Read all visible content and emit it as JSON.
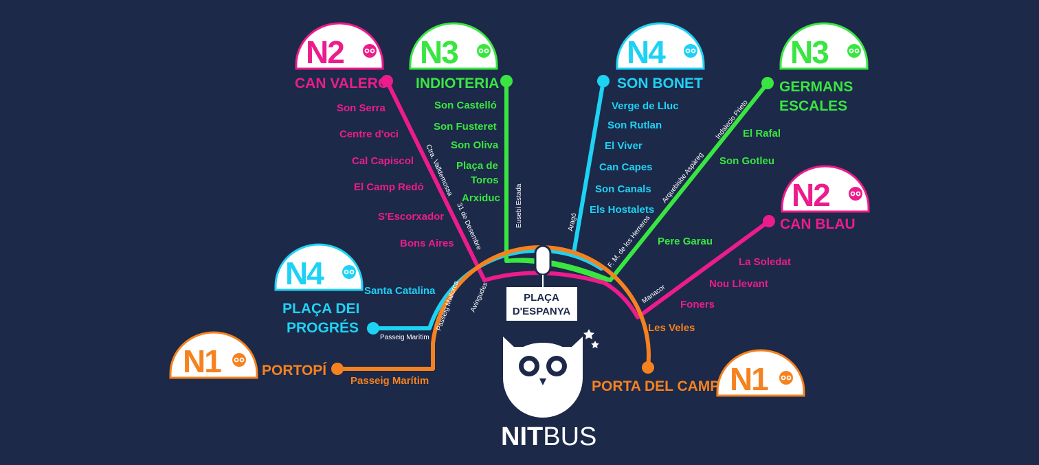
{
  "colors": {
    "background": "#1c2949",
    "N1": "#f5821f",
    "N2": "#ec1c8c",
    "N3": "#39e641",
    "N4": "#1ed2f4",
    "badge_bg": "#ffffff"
  },
  "hub": {
    "line1": "PLAÇA",
    "line2": "D'ESPANYA"
  },
  "logo": {
    "brand_bold": "NIT",
    "brand_light": "BUS",
    "icon": "owl-icon"
  },
  "badges": {
    "n2_can_valero": "N2",
    "n3_indioteria": "N3",
    "n4_son_bonet": "N4",
    "n3_germans_escales": "N3",
    "n2_can_blau": "N2",
    "n4_placa_progres": "N4",
    "n1_portopi": "N1",
    "n1_porta_camp": "N1"
  },
  "lines": {
    "n2_can_valero": {
      "terminal": "CAN VALERO",
      "stops": [
        "Son Serra",
        "Centre d'oci",
        "Cal Capiscol",
        "El Camp Redó",
        "S'Escorxador",
        "Bons Aires"
      ],
      "streets": [
        "Ctra. Valldemossa",
        "31 de Desembre",
        "Avingudes"
      ]
    },
    "n3_indioteria": {
      "terminal": "INDIOTERIA",
      "stops": [
        "Son Castelló",
        "Son Fusteret",
        "Son Oliva",
        "Plaça de",
        "Toros",
        "Arxiduc"
      ],
      "streets": [
        "Eusebi Estada"
      ]
    },
    "n4_son_bonet": {
      "terminal": "SON BONET",
      "stops": [
        "Verge de Lluc",
        "Son Rutlan",
        "El Viver",
        "Can Capes",
        "Son Canals",
        "Els Hostalets"
      ],
      "streets": [
        "Aragó"
      ]
    },
    "n3_germans_escales": {
      "terminal_line1": "GERMANS",
      "terminal_line2": "ESCALES",
      "stops": [
        "El Rafal",
        "Son Gotleu",
        "Pere Garau"
      ],
      "streets": [
        "Indalecio Prieto",
        "Arquebisbe Aspàreg",
        "F. M. de los Herreros"
      ]
    },
    "n2_can_blau": {
      "terminal": "CAN BLAU",
      "stops": [
        "La Soledat",
        "Nou Llevant",
        "Foners"
      ],
      "streets": [
        "Manacor"
      ]
    },
    "n4_placa_progres": {
      "terminal_line1": "PLAÇA DEI",
      "terminal_line2": "PROGRÉS",
      "stops": [
        "Santa Catalina"
      ],
      "streets": [
        "Passeig Marítim",
        "Passeig Mallorca"
      ]
    },
    "n1_portopi": {
      "terminal": "PORTOPÍ",
      "stops": [
        "Passeig Marítim"
      ]
    },
    "n1_porta_camp": {
      "terminal": "PORTA DEL CAMP",
      "stops": [
        "Les Veles"
      ]
    }
  }
}
